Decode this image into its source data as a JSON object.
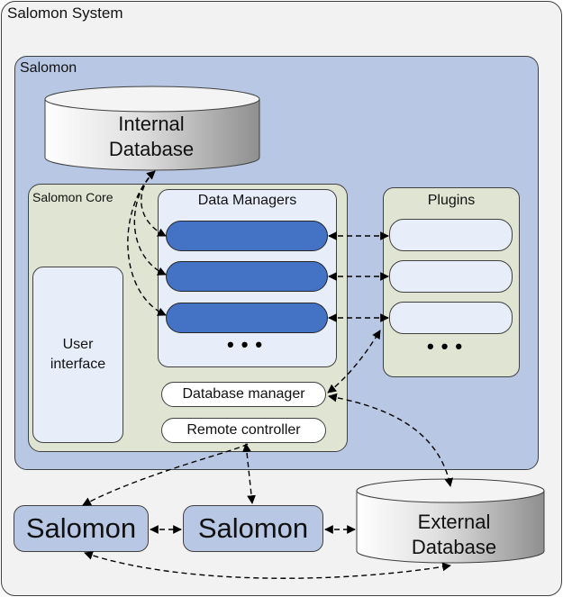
{
  "system": {
    "title": "Salomon System",
    "salomon_label": "Salomon",
    "core_label": "Salomon Core",
    "internal_db": {
      "line1": "Internal",
      "line2": "Database"
    },
    "data_managers": {
      "title": "Data Managers",
      "dots": "•••"
    },
    "user_interface": {
      "line1": "User",
      "line2": "interface"
    },
    "database_manager": "Database manager",
    "remote_controller": "Remote controller",
    "plugins": {
      "title": "Plugins",
      "dots": "•••"
    },
    "node_left": "Salomon",
    "node_mid": "Salomon",
    "external_db": {
      "line1": "External",
      "line2": "Database"
    }
  }
}
